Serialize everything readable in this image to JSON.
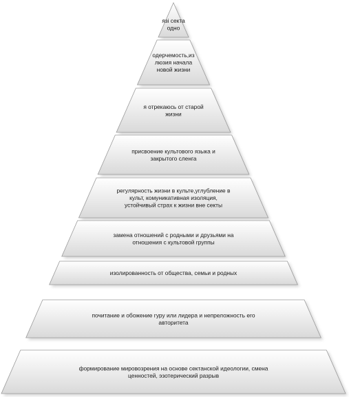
{
  "pyramid": {
    "tiers": [
      {
        "lines": [
          "язі секта",
          "одно"
        ]
      },
      {
        "lines": [
          "одерчемость,из",
          "люзия начала",
          "новой жизни"
        ]
      },
      {
        "lines": [
          "я отрекаюсь от старой",
          "жизни"
        ]
      },
      {
        "lines": [
          "присвоение культового языка и",
          "закрытого сленга"
        ]
      },
      {
        "lines": [
          "регулярность жизни в культе,углубление в",
          "культ, комуникативная изоляция,",
          "устойчивый страх к жизни вне секты"
        ]
      },
      {
        "lines": [
          "замена отношений с  родными и друзьями на",
          "отношения с культовой группы"
        ]
      },
      {
        "lines": [
          "изолированность от общества, семьи и родных"
        ]
      },
      {
        "lines": [
          "почитание  и обожение гуру или лидера и непреложность его",
          "авторитета"
        ]
      },
      {
        "lines": [
          "формирование мировозрения на основе сектанской идеологии, смена",
          "ценностей, эзотерический разрыв"
        ]
      }
    ],
    "colors": {
      "fill_top": "#ffffff",
      "fill_bottom": "#d9d9d9",
      "outline": "#9a9a9a",
      "shadow": "#b0b0b0",
      "text": "#1a1a1a"
    }
  }
}
